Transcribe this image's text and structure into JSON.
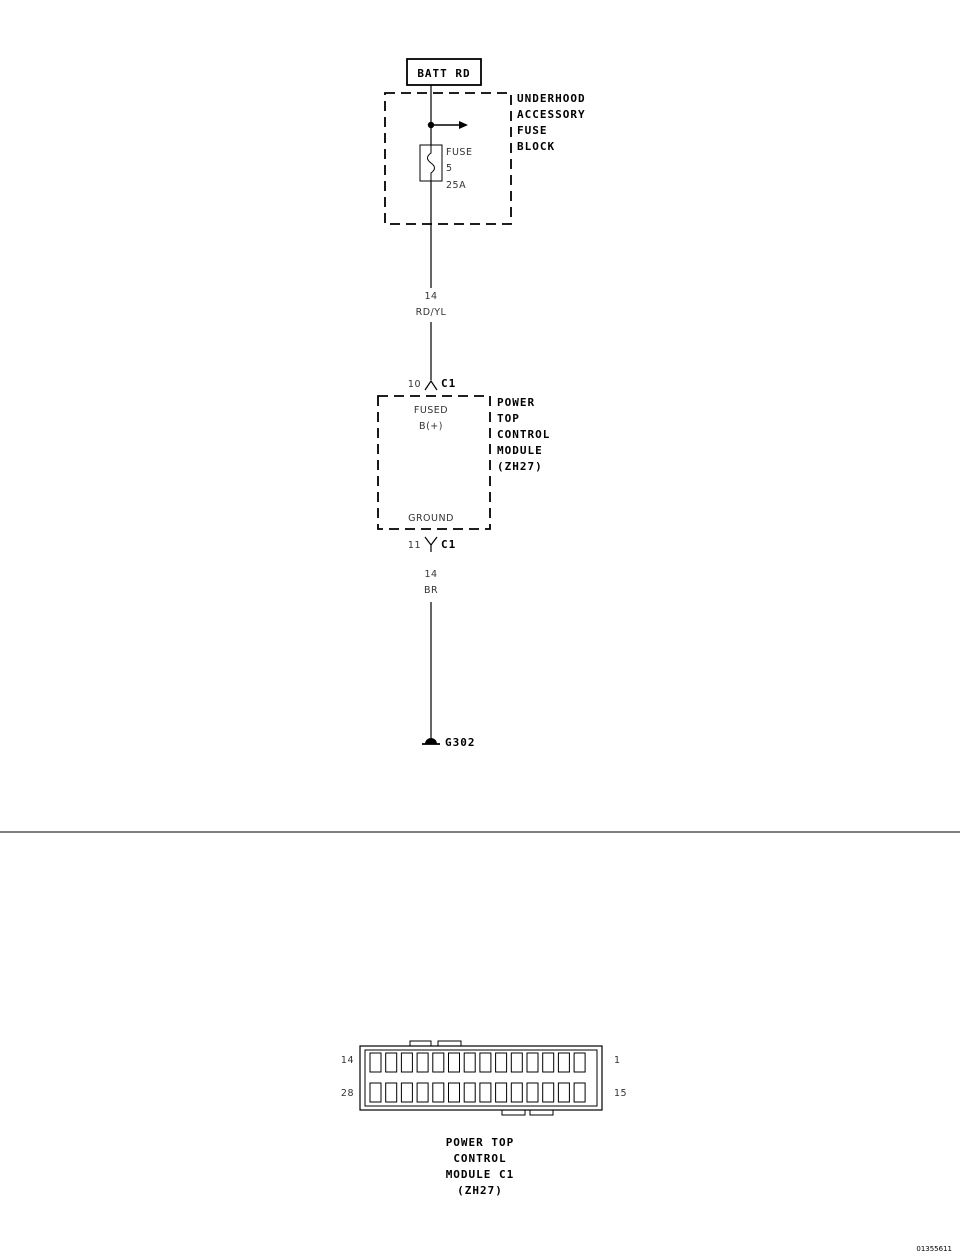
{
  "power_source": {
    "label": "BATT RD"
  },
  "fuse_block": {
    "lines": [
      "UNDERHOOD",
      "ACCESSORY",
      "FUSE",
      "BLOCK"
    ],
    "fuse_lines": [
      "FUSE",
      "5",
      "25A"
    ]
  },
  "wire_upper": {
    "gauge": "14",
    "color": "RD/YL"
  },
  "connector_top": {
    "pin": "10",
    "name": "C1"
  },
  "module": {
    "lines": [
      "POWER",
      "TOP",
      "CONTROL",
      "MODULE",
      "(ZH27)"
    ],
    "input_lines": [
      "FUSED",
      "B(+)"
    ],
    "ground_label": "GROUND"
  },
  "connector_bottom": {
    "pin": "11",
    "name": "C1"
  },
  "wire_lower": {
    "gauge": "14",
    "color": "BR"
  },
  "ground": {
    "label": "G302"
  },
  "connector_view": {
    "pin_labels": {
      "top_left": "14",
      "top_right": "1",
      "bottom_left": "28",
      "bottom_right": "15"
    },
    "caption_lines": [
      "POWER TOP",
      "CONTROL",
      "MODULE C1",
      "(ZH27)"
    ],
    "top_row_cavities": 14,
    "bottom_row_cavities": 14
  },
  "figure_id": "01355611"
}
